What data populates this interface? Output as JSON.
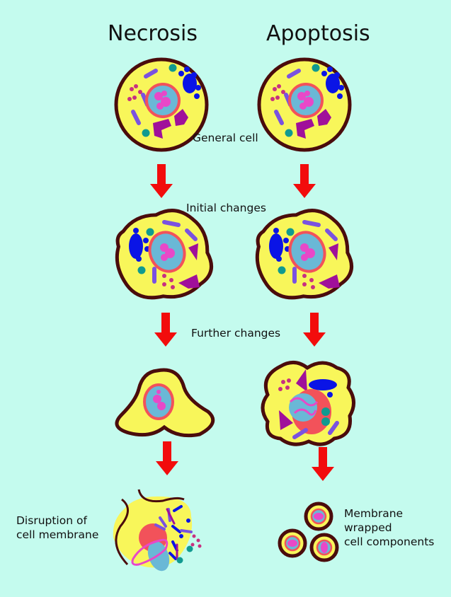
{
  "columns": {
    "left": "Necrosis",
    "right": "Apoptosis"
  },
  "stages": {
    "general": "General cell",
    "initial": "Initial changes",
    "further": "Further changes"
  },
  "outcomes": {
    "necrosis_line1": "Disruption of",
    "necrosis_line2": "cell membrane",
    "apoptosis_line1": "Membrane",
    "apoptosis_line2": "wrapped",
    "apoptosis_line3": "cell components"
  },
  "colors": {
    "background": "#c4fbee",
    "cytoplasm": "#f8f65a",
    "membrane": "#4a0c0c",
    "nucleus_ring": "#f2525a",
    "nucleus": "#6ab8d6",
    "chromatin": "#e848c8",
    "er_blue": "#0a14e6",
    "golgi_purple": "#a0109a",
    "mito_violet": "#7a52e0",
    "vesicle_teal": "#109a90",
    "arrow": "#f20c0c"
  }
}
